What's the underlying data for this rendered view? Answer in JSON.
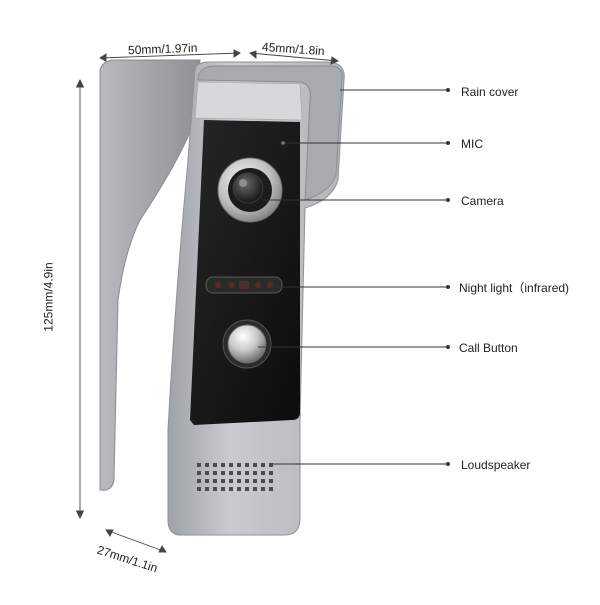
{
  "dimensions": {
    "width": "50mm/1.97in",
    "depth": "45mm/1.8in",
    "height": "125mm/4.9in",
    "thickness": "27mm/1.1in"
  },
  "callouts": [
    {
      "id": "rain-cover",
      "label": "Rain cover"
    },
    {
      "id": "mic",
      "label": "MIC"
    },
    {
      "id": "camera",
      "label": "Camera"
    },
    {
      "id": "night-light",
      "label": "Night light（infrared)"
    },
    {
      "id": "call-button",
      "label": "Call Button"
    },
    {
      "id": "loudspeaker",
      "label": "Loudspeaker"
    }
  ],
  "colors": {
    "housing": "#c3c5c8",
    "housing_shadow": "#9a9da1",
    "panel": "#141414",
    "line": "#333333"
  }
}
